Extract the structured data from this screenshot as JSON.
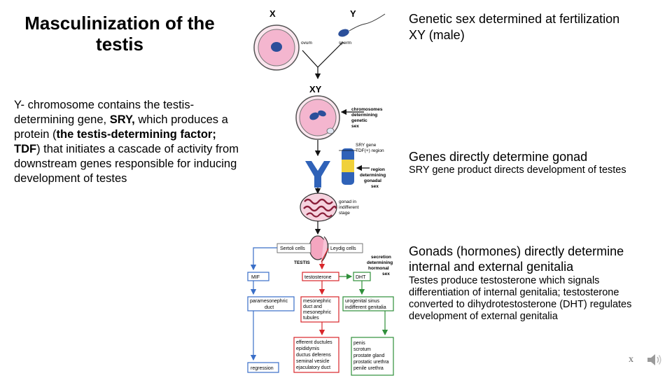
{
  "slide": {
    "title_line1": "Masculinization of the",
    "title_line2": "testis",
    "body": {
      "t1": "Y- chromosome contains the testis-determining gene, ",
      "t2": "SRY,",
      "t3": " which produces a protein (",
      "t4": "the testis-determining factor; TDF",
      "t5": ") that initiates a cascade of activity from downstream genes responsible for inducing development of testes"
    }
  },
  "right": {
    "s1_line1": "Genetic sex determined at fertilization",
    "s1_line2": "XY (male)",
    "s2_head": "Genes directly determine gonad",
    "s2_sub": "SRY gene product directs development of testes",
    "s3_head1": "Gonads (hormones) directly determine",
    "s3_head2": "internal and external genitalia",
    "s3_sub1": "Testes produce testosterone which signals",
    "s3_sub2": "differentiation of internal genitalia; testosterone",
    "s3_sub3": "converted to dihydrotestosterone (DHT) regulates",
    "s3_sub4": "development of external genitalia"
  },
  "diagram": {
    "x": "X",
    "y": "Y",
    "ovum": "ovum",
    "sperm": "sperm",
    "xy": "XY",
    "chrom1": "chromosomes",
    "chrom2": "determining",
    "chrom3": "genetic",
    "chrom4": "sex",
    "sry1": "SRY gene",
    "sry2": "TDF(+) region",
    "region1": "region",
    "region2": "determining",
    "region3": "gonadal",
    "region4": "sex",
    "gonad1": "gonad in",
    "gonad2": "indifferent",
    "gonad3": "stage",
    "sertoli": "Sertoli cells",
    "leydig": "Leydig cells",
    "testis": "TESTIS",
    "sec1": "secretion",
    "sec2": "determining",
    "sec3": "hormonal",
    "sec4": "sex",
    "mif": "MIF",
    "testosterone": "testosterone",
    "dht": "DHT",
    "para1": "paramesonephric",
    "para2": "duct",
    "meso1": "mesonephric",
    "meso2": "duct and",
    "meso3": "mesonephric",
    "meso4": "tubules",
    "uro1": "urogenital sinus",
    "uro2": "indifferent genitalia",
    "eff1": "efferent ductules",
    "eff2": "epididymis",
    "eff3": "ductus deferens",
    "eff4": "seminal vesicle",
    "eff5": "ejaculatory duct",
    "pen1": "penis",
    "pen2": "scrotum",
    "pen3": "prostate gland",
    "pen4": "prostatic urethra",
    "pen5": "penile urethra",
    "regression": "regression"
  },
  "footer": {
    "close": "x"
  },
  "colors": {
    "blue": "#3a6fc8",
    "red": "#d8262a",
    "green": "#2f8f3a",
    "pink": "#f4b6cf"
  }
}
